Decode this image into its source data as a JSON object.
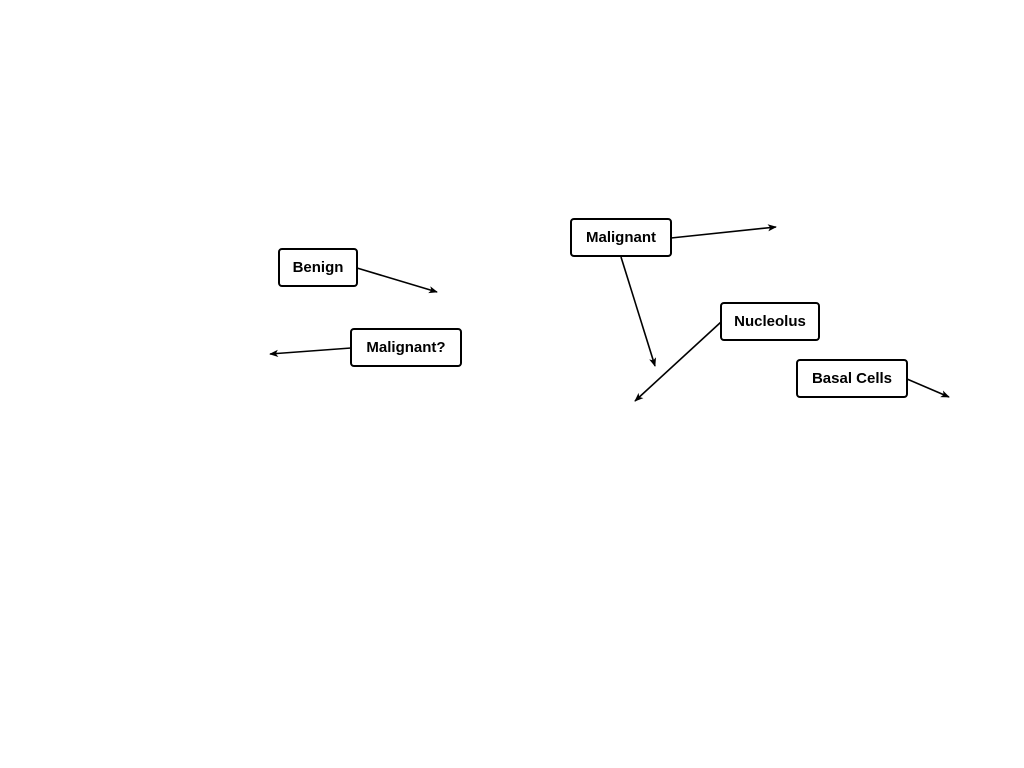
{
  "labels": {
    "benign": "Benign",
    "malignant_question": "Malignant?",
    "malignant": "Malignant",
    "nucleolus": "Nucleolus",
    "basal_cells": "Basal Cells"
  },
  "colors": {
    "background": "#ffffff",
    "stroke": "#000000"
  }
}
